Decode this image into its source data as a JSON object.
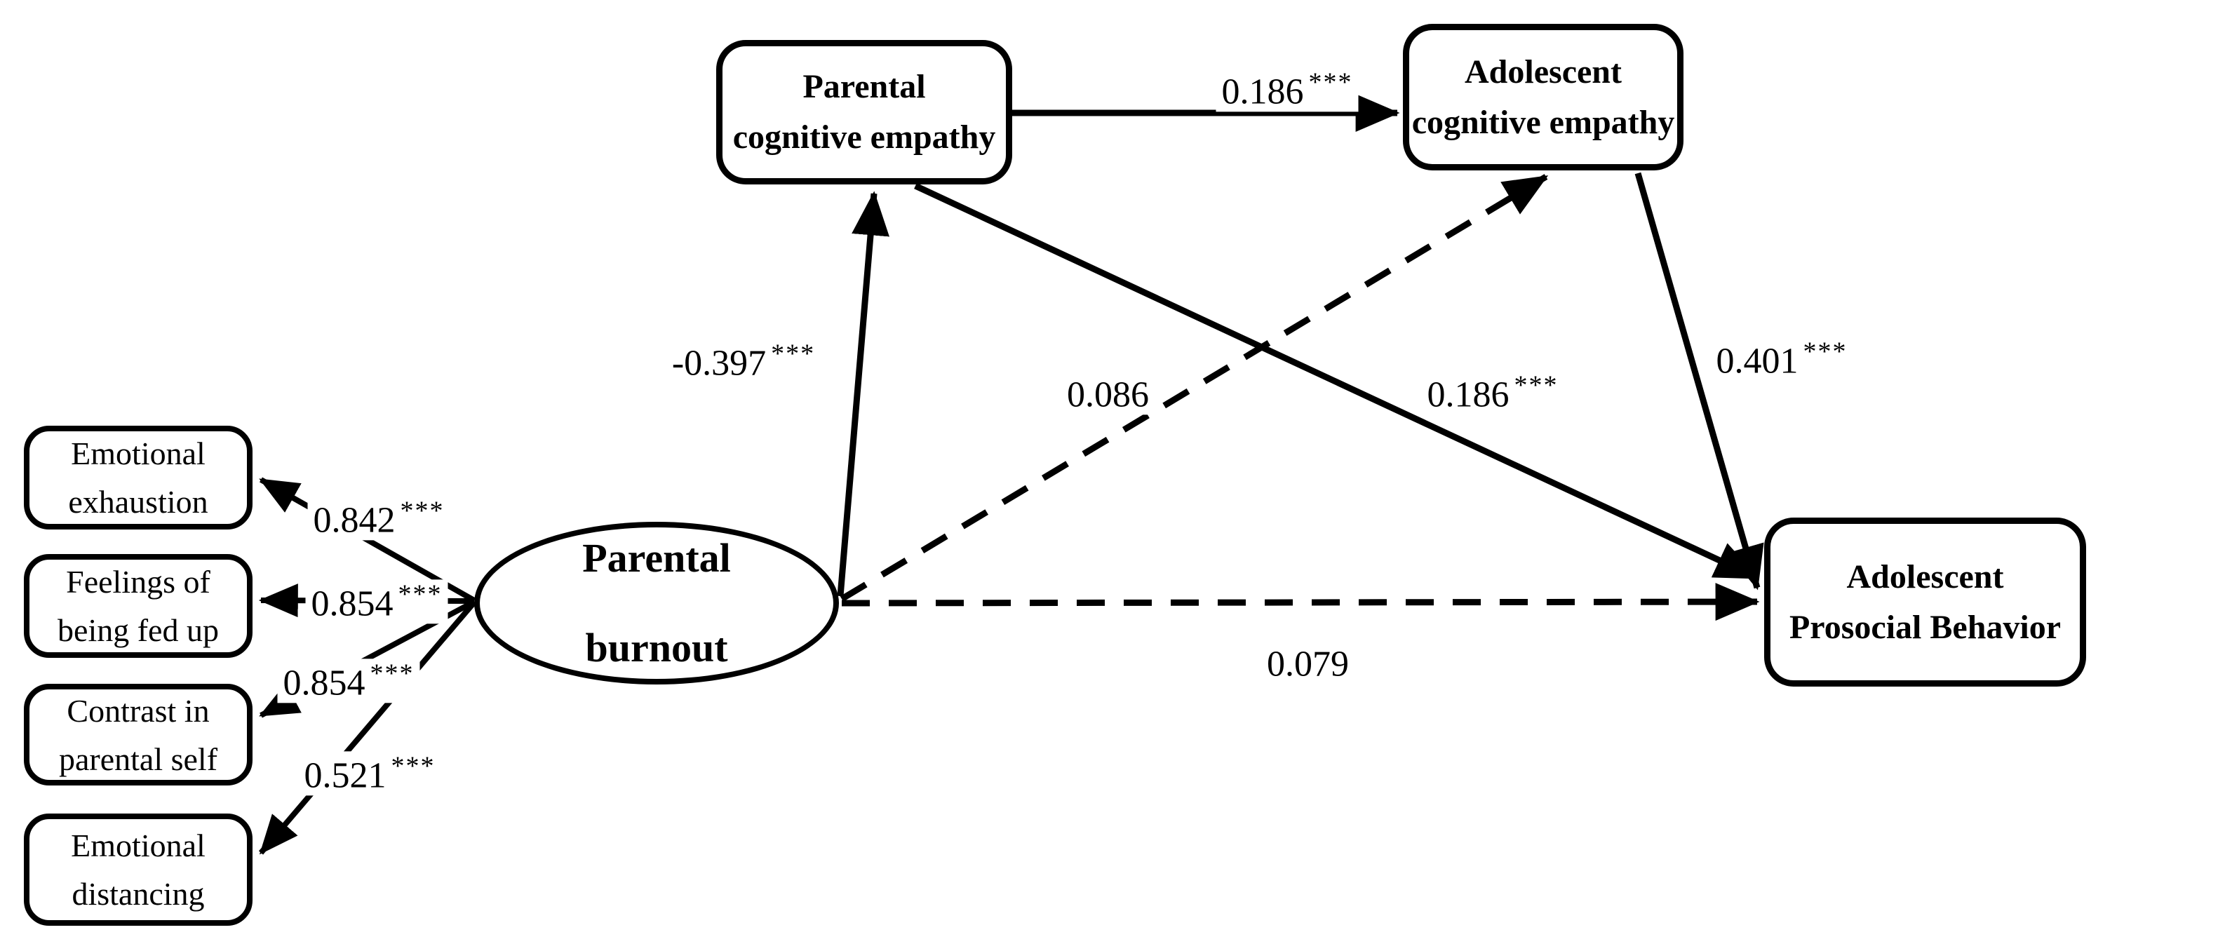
{
  "diagram": {
    "latent": {
      "line1": "Parental",
      "line2": "burnout"
    },
    "nodes": {
      "pce": {
        "line1": "Parental",
        "line2": "cognitive empathy"
      },
      "ace": {
        "line1": "Adolescent",
        "line2": "cognitive empathy"
      },
      "apb": {
        "line1": "Adolescent",
        "line2": "Prosocial Behavior"
      }
    },
    "indicators": [
      {
        "line1": "Emotional",
        "line2": "exhaustion",
        "loading": "0.842",
        "sig": "***"
      },
      {
        "line1": "Feelings of",
        "line2": "being fed up",
        "loading": "0.854",
        "sig": "***"
      },
      {
        "line1": "Contrast in",
        "line2": "parental self",
        "loading": "0.854",
        "sig": "***"
      },
      {
        "line1": "Emotional",
        "line2": "distancing",
        "loading": "0.521",
        "sig": "***"
      }
    ],
    "paths": [
      {
        "id": "burnout-to-parental-cognitive-empathy",
        "value": "-0.397",
        "sig": "***",
        "style": "solid"
      },
      {
        "id": "parental-to-adolescent-cognitive-empathy",
        "value": "0.186",
        "sig": "***",
        "style": "solid"
      },
      {
        "id": "parental-cognitive-empathy-to-prosocial",
        "value": "0.186",
        "sig": "***",
        "style": "solid"
      },
      {
        "id": "adolescent-cognitive-empathy-to-prosocial",
        "value": "0.401",
        "sig": "***",
        "style": "solid"
      },
      {
        "id": "burnout-to-adolescent-cognitive-empathy",
        "value": "0.086",
        "sig": "",
        "style": "dashed"
      },
      {
        "id": "burnout-to-prosocial",
        "value": "0.079",
        "sig": "",
        "style": "dashed"
      }
    ],
    "colors": {
      "line": "#000000",
      "background": "#ffffff",
      "text": "#000000"
    }
  }
}
